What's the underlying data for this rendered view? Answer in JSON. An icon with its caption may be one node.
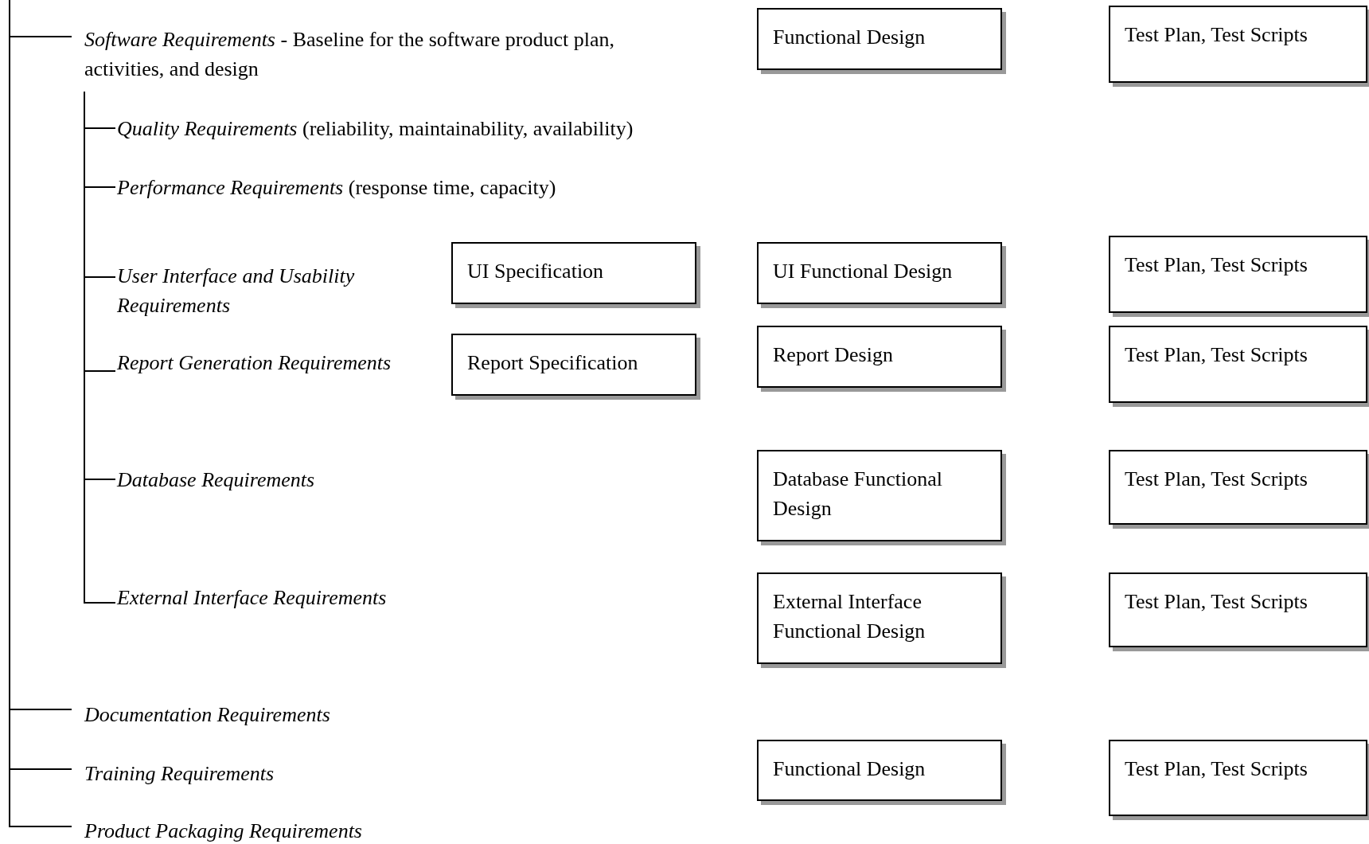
{
  "diagram": {
    "nodes": [
      {
        "text": [
          "*Software Requirements* - Baseline for the software product plan, activities, and design"
        ]
      },
      {
        "text": [
          "Functional Design"
        ]
      },
      {
        "text": [
          "Test Plan, Test Scripts"
        ]
      },
      {
        "text": [
          "*Quality Requirements* (reliability, maintainability, availability)"
        ]
      },
      {
        "text": [
          "*Performance Requirements* (response time, capacity)"
        ]
      },
      {
        "text": [
          "User Interface and Usability Requirements"
        ]
      },
      {
        "text": [
          "UI Specification"
        ]
      },
      {
        "text": [
          "UI Functional Design"
        ]
      },
      {
        "text": [
          "Test Plan, Test Scripts"
        ]
      },
      {
        "text": [
          "Report Generation Requirements"
        ]
      },
      {
        "text": [
          "Report Specification"
        ]
      },
      {
        "text": [
          "Report Design"
        ]
      },
      {
        "text": [
          "Test Plan, Test Scripts"
        ]
      },
      {
        "text": [
          "Database Requirements"
        ]
      },
      {
        "text": [
          "Database Functional Design"
        ]
      },
      {
        "text": [
          "Test Plan, Test Scripts"
        ]
      },
      {
        "text": [
          "External Interface Requirements"
        ]
      },
      {
        "text": [
          "External Interface Functional Design"
        ]
      },
      {
        "text": [
          "Test Plan, Test Scripts"
        ]
      },
      {
        "text": [
          "Documentation Requirements"
        ]
      },
      {
        "text": [
          "Training Requirements"
        ]
      },
      {
        "text": [
          "Functional Design"
        ]
      },
      {
        "text": [
          "Test Plan, Test Scripts"
        ]
      },
      {
        "text": [
          "Product Packaging Requirements"
        ]
      }
    ],
    "edges": [
      {
        "from": null,
        "to": 0,
        "arrow": "none"
      },
      {
        "from": 0,
        "to": 3,
        "arrow": "none"
      },
      {
        "from": 0,
        "to": 4,
        "arrow": "none"
      },
      {
        "from": 0,
        "to": 5,
        "arrow": "none"
      },
      {
        "from": 0,
        "to": 9,
        "arrow": "none"
      },
      {
        "from": 0,
        "to": 13,
        "arrow": "none"
      },
      {
        "from": 0,
        "to": 16,
        "arrow": "none"
      },
      {
        "from": null,
        "to": 19,
        "arrow": "none"
      },
      {
        "from": null,
        "to": 20,
        "arrow": "none"
      },
      {
        "from": null,
        "to": 23,
        "arrow": "none"
      }
    ]
  }
}
